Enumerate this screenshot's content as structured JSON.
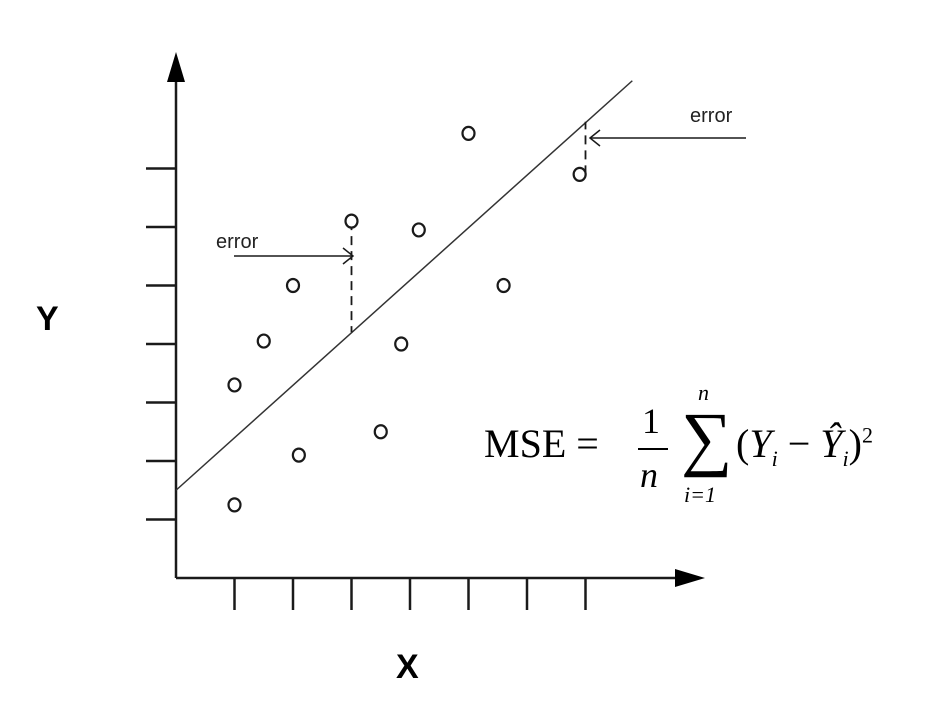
{
  "axes": {
    "x_title": "X",
    "y_title": "Y"
  },
  "annotations": {
    "left_error": "error",
    "right_error": "error"
  },
  "formula": {
    "lhs": "MSE =",
    "frac_num": "1",
    "frac_den": "n",
    "sum_upper": "n",
    "sum_symbol": "∑",
    "sum_lower": "i=1",
    "body_open": "(",
    "body_y": "Y",
    "body_sub1": "i",
    "body_minus": " − ",
    "body_yhat": "Ŷ",
    "body_sub2": "i",
    "body_close": ")",
    "body_power": "2"
  },
  "chart_data": {
    "type": "scatter",
    "title": "",
    "xlabel": "X",
    "ylabel": "Y",
    "xlim": [
      0,
      9
    ],
    "ylim": [
      0,
      9
    ],
    "points": [
      {
        "x": 1.0,
        "y": 1.25
      },
      {
        "x": 1.0,
        "y": 3.3
      },
      {
        "x": 1.5,
        "y": 4.05
      },
      {
        "x": 2.0,
        "y": 5.0
      },
      {
        "x": 2.1,
        "y": 2.1
      },
      {
        "x": 3.0,
        "y": 6.1
      },
      {
        "x": 3.5,
        "y": 2.5
      },
      {
        "x": 3.85,
        "y": 4.0
      },
      {
        "x": 4.15,
        "y": 5.95
      },
      {
        "x": 5.0,
        "y": 7.6
      },
      {
        "x": 5.6,
        "y": 5.0
      },
      {
        "x": 6.9,
        "y": 6.9
      }
    ],
    "fit_line": {
      "x": [
        0,
        7.8
      ],
      "y": [
        1.5,
        8.5
      ]
    },
    "residuals": [
      {
        "x": 3.0,
        "y_point": 6.1,
        "y_line": 4.2
      },
      {
        "x": 7.0,
        "y_point": 6.9,
        "y_line": 7.8
      }
    ],
    "ticks": {
      "x_count": 7,
      "y_count": 7,
      "tick_labels": false
    },
    "grid": false,
    "legend": "none",
    "colors": {
      "ink": "#1a1a1a",
      "line": "#333333"
    }
  }
}
